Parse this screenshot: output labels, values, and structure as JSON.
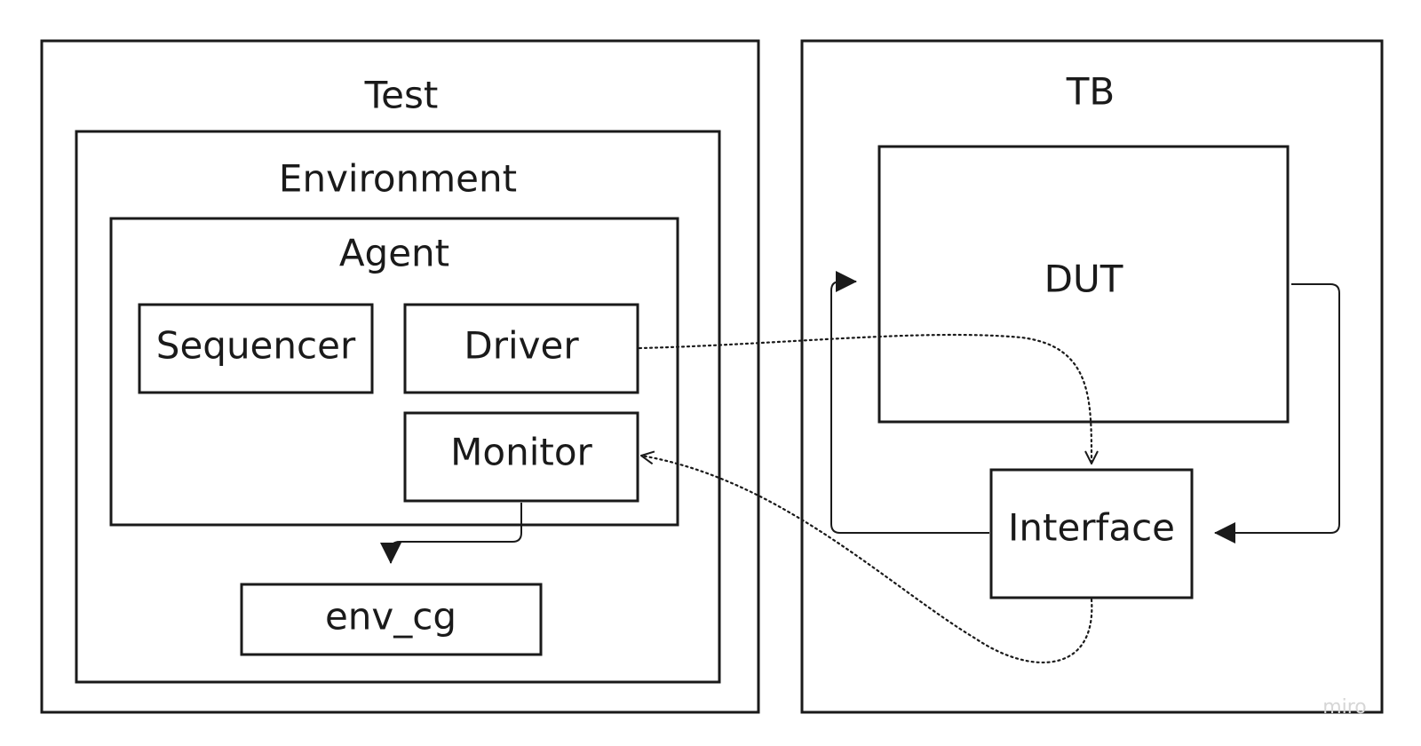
{
  "diagram": {
    "containers": {
      "test": {
        "label": "Test"
      },
      "environment": {
        "label": "Environment"
      },
      "agent": {
        "label": "Agent"
      },
      "tb": {
        "label": "TB"
      }
    },
    "blocks": {
      "sequencer": {
        "label": "Sequencer"
      },
      "driver": {
        "label": "Driver"
      },
      "monitor": {
        "label": "Monitor"
      },
      "env_cg": {
        "label": "env_cg"
      },
      "dut": {
        "label": "DUT"
      },
      "interface": {
        "label": "Interface"
      }
    },
    "connections": [
      {
        "from": "monitor",
        "to": "env_cg",
        "style": "solid"
      },
      {
        "from": "driver",
        "to": "interface",
        "style": "dotted"
      },
      {
        "from": "interface",
        "to": "monitor",
        "style": "dotted"
      },
      {
        "from": "dut",
        "to": "interface",
        "style": "solid"
      },
      {
        "from": "interface",
        "to": "dut",
        "style": "solid"
      }
    ]
  },
  "watermark": "miro"
}
